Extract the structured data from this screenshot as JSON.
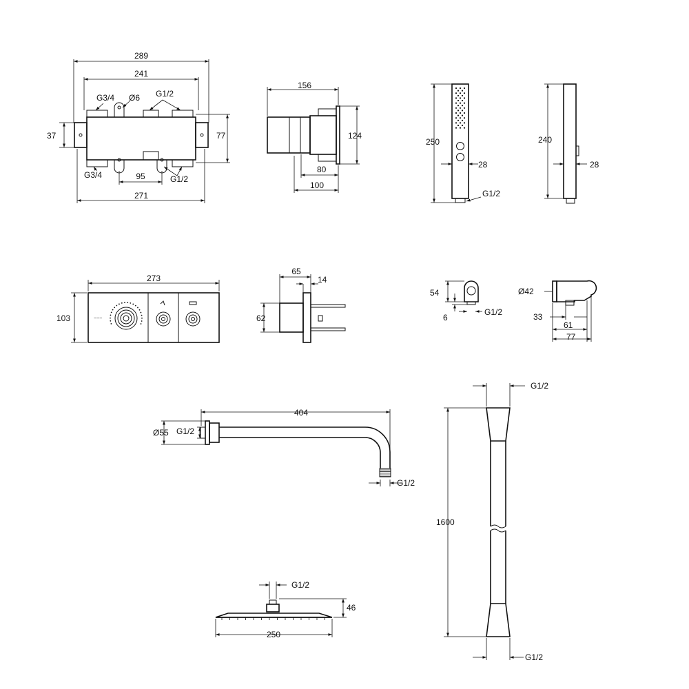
{
  "mixer_valve": {
    "overall_width": "289",
    "inner_width": "241",
    "housing_width": "271",
    "center_spacing": "95",
    "left_height": "37",
    "right_height": "77",
    "inlet_top_left": "G3/4",
    "hole_diameter": "Ø6",
    "outlet_top": "G1/2",
    "inlet_bottom_left": "G3/4",
    "outlet_bottom": "G1/2"
  },
  "valve_side": {
    "width": "156",
    "height": "124",
    "depth_min": "80",
    "depth_max": "100"
  },
  "hand_shower": {
    "front_height": "250",
    "front_width": "28",
    "connection": "G1/2",
    "side_height": "240",
    "side_width": "28"
  },
  "control_panel": {
    "width": "273",
    "height": "103"
  },
  "panel_side": {
    "depth": "65",
    "thickness": "14",
    "height": "62"
  },
  "wall_elbow": {
    "height": "54",
    "offset": "6",
    "connection": "G1/2",
    "diameter": "Ø42",
    "dim_33": "33",
    "dim_61": "61",
    "dim_77": "77"
  },
  "shower_arm": {
    "length": "404",
    "flange_diameter": "Ø55",
    "inlet_thread": "G1/2",
    "outlet_thread": "G1/2"
  },
  "hose": {
    "top_thread": "G1/2",
    "length": "1600",
    "bottom_thread": "G1/2"
  },
  "head_shower": {
    "thread": "G1/2",
    "height": "46",
    "width": "250"
  }
}
